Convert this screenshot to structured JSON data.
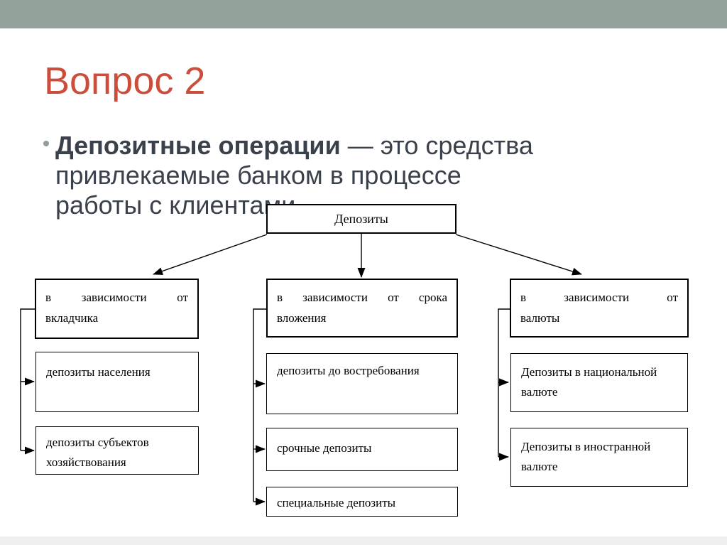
{
  "slide": {
    "title": "Вопрос 2",
    "bullet": {
      "bold": "Депозитные операции",
      "rest": " — это средства привлекаемые банком в процессе работы с клиентами."
    }
  },
  "diagram": {
    "root": "Депозиты",
    "columns": [
      {
        "header": {
          "line1": "в зависимости от",
          "line2": "вкладчика"
        },
        "items": [
          "депозиты населения",
          "депозиты субъектов хозяйствования"
        ]
      },
      {
        "header": {
          "line1": "в зависимости от срока",
          "line2": "вложения"
        },
        "items": [
          "депозиты до востребования",
          "срочные депозиты",
          "специальные депозиты"
        ]
      },
      {
        "header": {
          "line1": "в зависимости от",
          "line2": "валюты"
        },
        "items": [
          "Депозиты в национальной валюте",
          "Депозиты в иностранной валюте"
        ]
      }
    ]
  },
  "colors": {
    "topbar": "#93a29b",
    "bottombar": "#efefef",
    "title": "#cb4d3b",
    "body_text": "#3a414b",
    "bullet_dot": "#8f9e98",
    "diagram_line": "#000000"
  }
}
